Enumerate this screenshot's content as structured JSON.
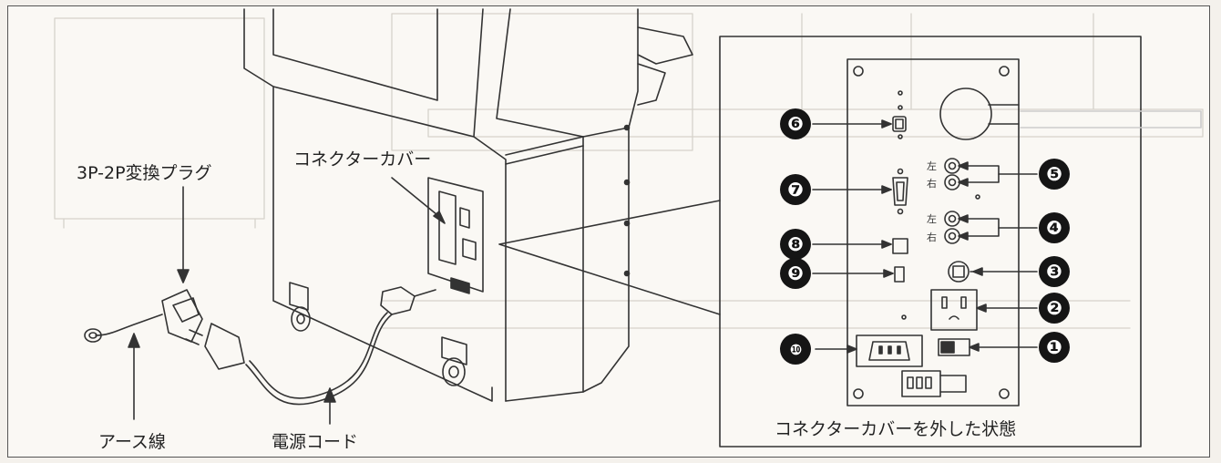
{
  "labels": {
    "plug_adapter": "3P-2P変換プラグ",
    "connector_cover": "コネクターカバー",
    "earth_wire": "アース線",
    "power_cord": "電源コード",
    "panel_caption": "コネクターカバーを外した状態"
  },
  "channels": {
    "left_top": "左",
    "right_top": "右",
    "left_bottom": "左",
    "right_bottom": "右"
  },
  "callouts": [
    "❶",
    "❷",
    "❸",
    "❹",
    "❺",
    "❻",
    "❼",
    "❽",
    "❾",
    "❿"
  ]
}
